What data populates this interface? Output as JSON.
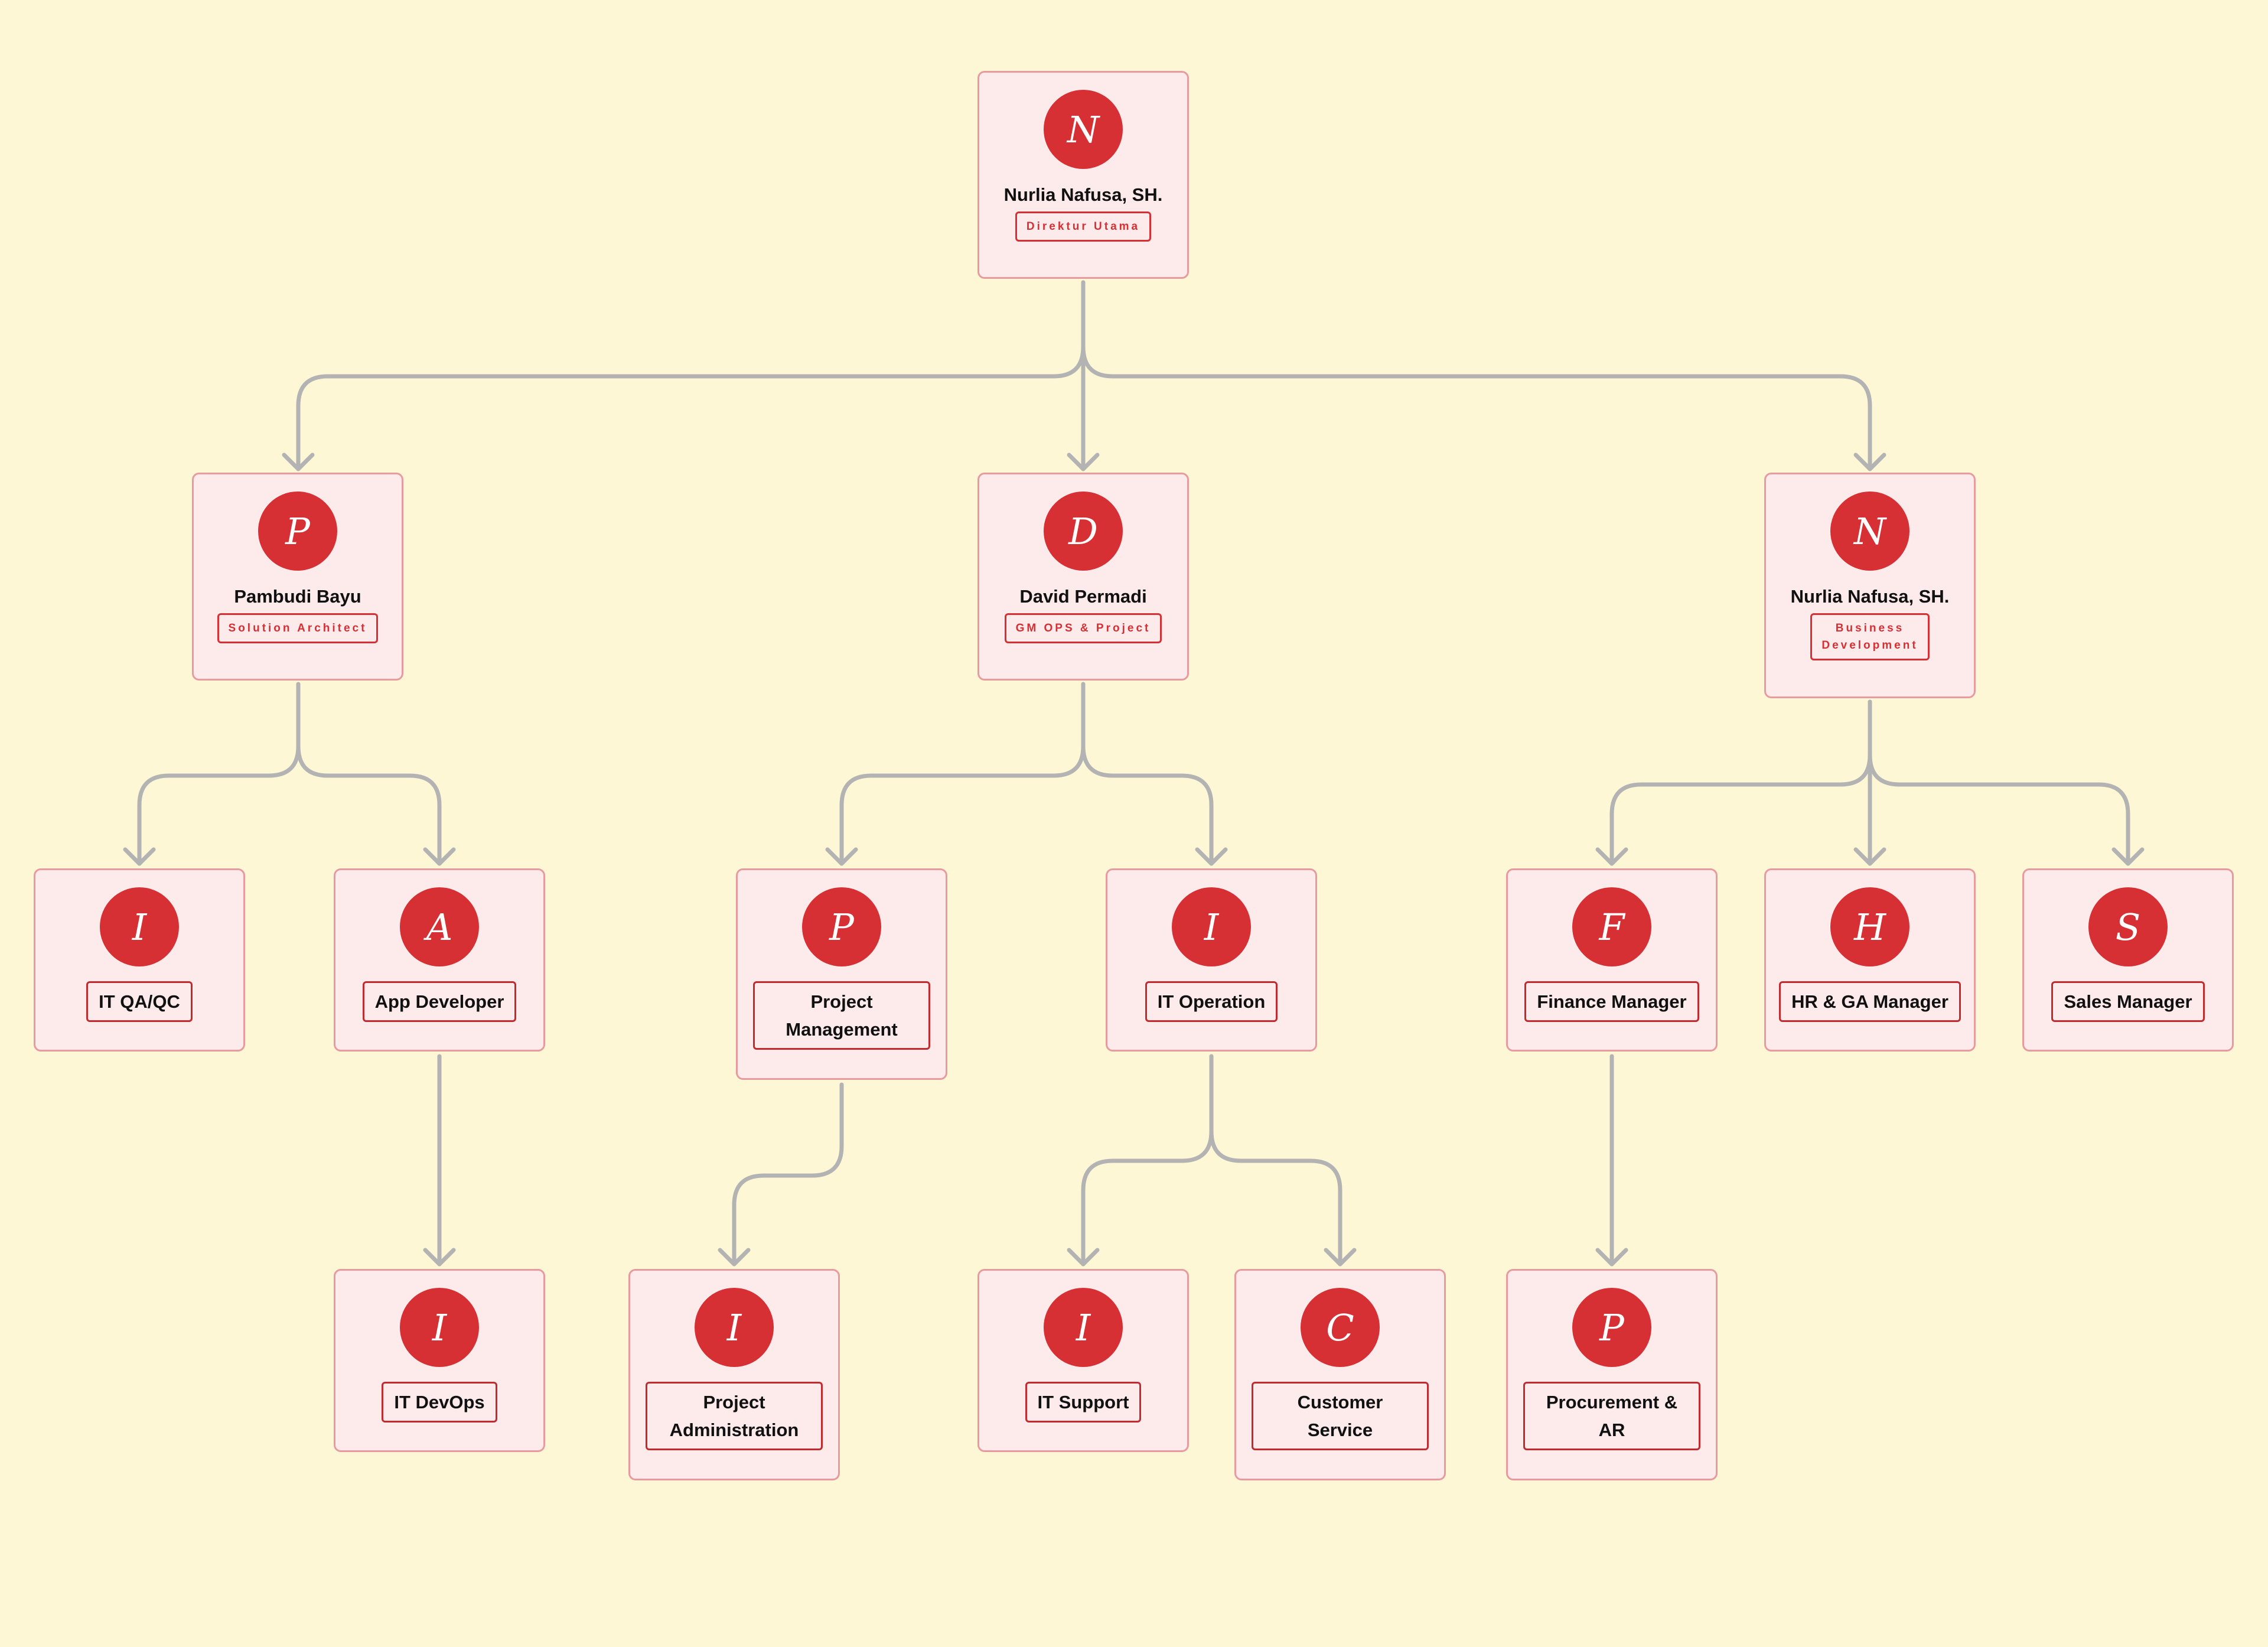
{
  "colors": {
    "background": "#fef7d6",
    "card_fill": "#fdeaea",
    "card_border": "#e89a9f",
    "avatar": "#d62f34",
    "badge_border": "#c32a2f",
    "connector": "#b3b3b3"
  },
  "org": {
    "director": {
      "initial": "N",
      "name": "Nurlia Nafusa, SH.",
      "role": "Direktur Utama"
    },
    "solution_architect": {
      "initial": "P",
      "name": "Pambudi Bayu",
      "role": "Solution Architect"
    },
    "gm_ops": {
      "initial": "D",
      "name": "David Permadi",
      "role": "GM OPS & Project"
    },
    "business_dev": {
      "initial": "N",
      "name": "Nurlia Nafusa, SH.",
      "role": "Business\nDevelopment"
    },
    "it_qa": {
      "initial": "I",
      "label": "IT QA/QC"
    },
    "app_dev": {
      "initial": "A",
      "label": "App Developer"
    },
    "project_mgmt": {
      "initial": "P",
      "label": "Project\nManagement"
    },
    "it_operation": {
      "initial": "I",
      "label": "IT Operation"
    },
    "finance": {
      "initial": "F",
      "label": "Finance Manager"
    },
    "hr_ga": {
      "initial": "H",
      "label": "HR & GA Manager"
    },
    "sales": {
      "initial": "S",
      "label": "Sales Manager"
    },
    "it_devops": {
      "initial": "I",
      "label": "IT DevOps"
    },
    "project_admin": {
      "initial": "I",
      "label": "Project\nAdministration"
    },
    "it_support": {
      "initial": "I",
      "label": "IT Support"
    },
    "customer_service": {
      "initial": "C",
      "label": "Customer\nService"
    },
    "procurement": {
      "initial": "P",
      "label": "Procurement &\nAR"
    }
  }
}
